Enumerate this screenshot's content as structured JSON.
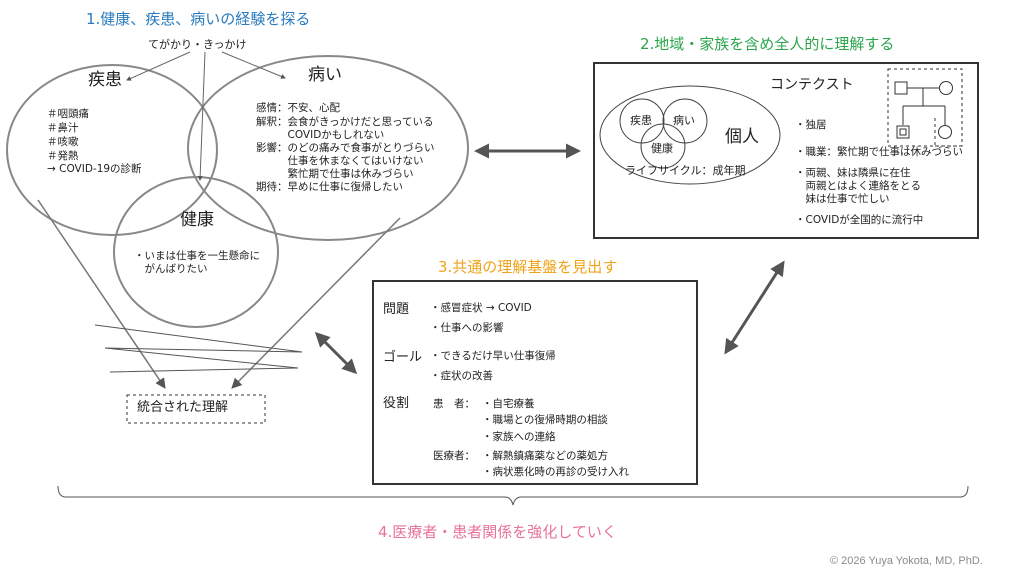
{
  "section1": {
    "title": "1.健康、疾患、病いの経験を探る",
    "trigger": "てがかり・きっかけ",
    "disease": {
      "label": "疾患",
      "items": [
        "＃咽頭痛",
        "＃鼻汁",
        "＃咳嗽",
        "＃発熱",
        "→ COVID-19の診断"
      ]
    },
    "illness": {
      "label": "病い",
      "lines": [
        "感情：不安、心配",
        "解釈：会食がきっかけだと思っている",
        "　　　COVIDかもしれない",
        "影響：のどの痛みで食事がとりづらい",
        "　　　仕事を休まなくてはいけない",
        "　　　繁忙期で仕事は休みづらい",
        "期待：早めに仕事に復帰したい"
      ]
    },
    "health": {
      "label": "健康",
      "lines": [
        "・いまは仕事を一生懸命に",
        "　がんばりたい"
      ]
    },
    "integrated": "統合された理解"
  },
  "section2": {
    "title": "2.地域・家族を含め全人的に理解する",
    "context": "コンテクスト",
    "mini_disease": "疾患",
    "mini_illness": "病い",
    "mini_health": "健康",
    "person": "個人",
    "lifecycle": "ライフサイクル：成年期",
    "facts": [
      "・独居",
      "・職業：繁忙期で仕事は休みづらい",
      "・両親、妹は隣県に在住",
      "　両親とはよく連絡をとる",
      "　妹は仕事で忙しい",
      "・COVIDが全国的に流行中"
    ]
  },
  "section3": {
    "title": "3.共通の理解基盤を見出す",
    "problem_label": "問題",
    "problem_items": [
      "・感冒症状 → COVID",
      "・仕事への影響"
    ],
    "goal_label": "ゴール",
    "goal_items": [
      "・できるだけ早い仕事復帰",
      "・症状の改善"
    ],
    "role_label": "役割",
    "patient_label": "患　者：",
    "patient_items": [
      "・自宅療養",
      "・職場との復帰時期の相談",
      "・家族への連絡"
    ],
    "provider_label": "医療者：",
    "provider_items": [
      "・解熱鎮痛薬などの薬処方",
      "・病状悪化時の再診の受け入れ"
    ]
  },
  "section4": {
    "title": "4.医療者・患者関係を強化していく"
  },
  "copyright": "© 2026 Yuya Yokota, MD, PhD."
}
